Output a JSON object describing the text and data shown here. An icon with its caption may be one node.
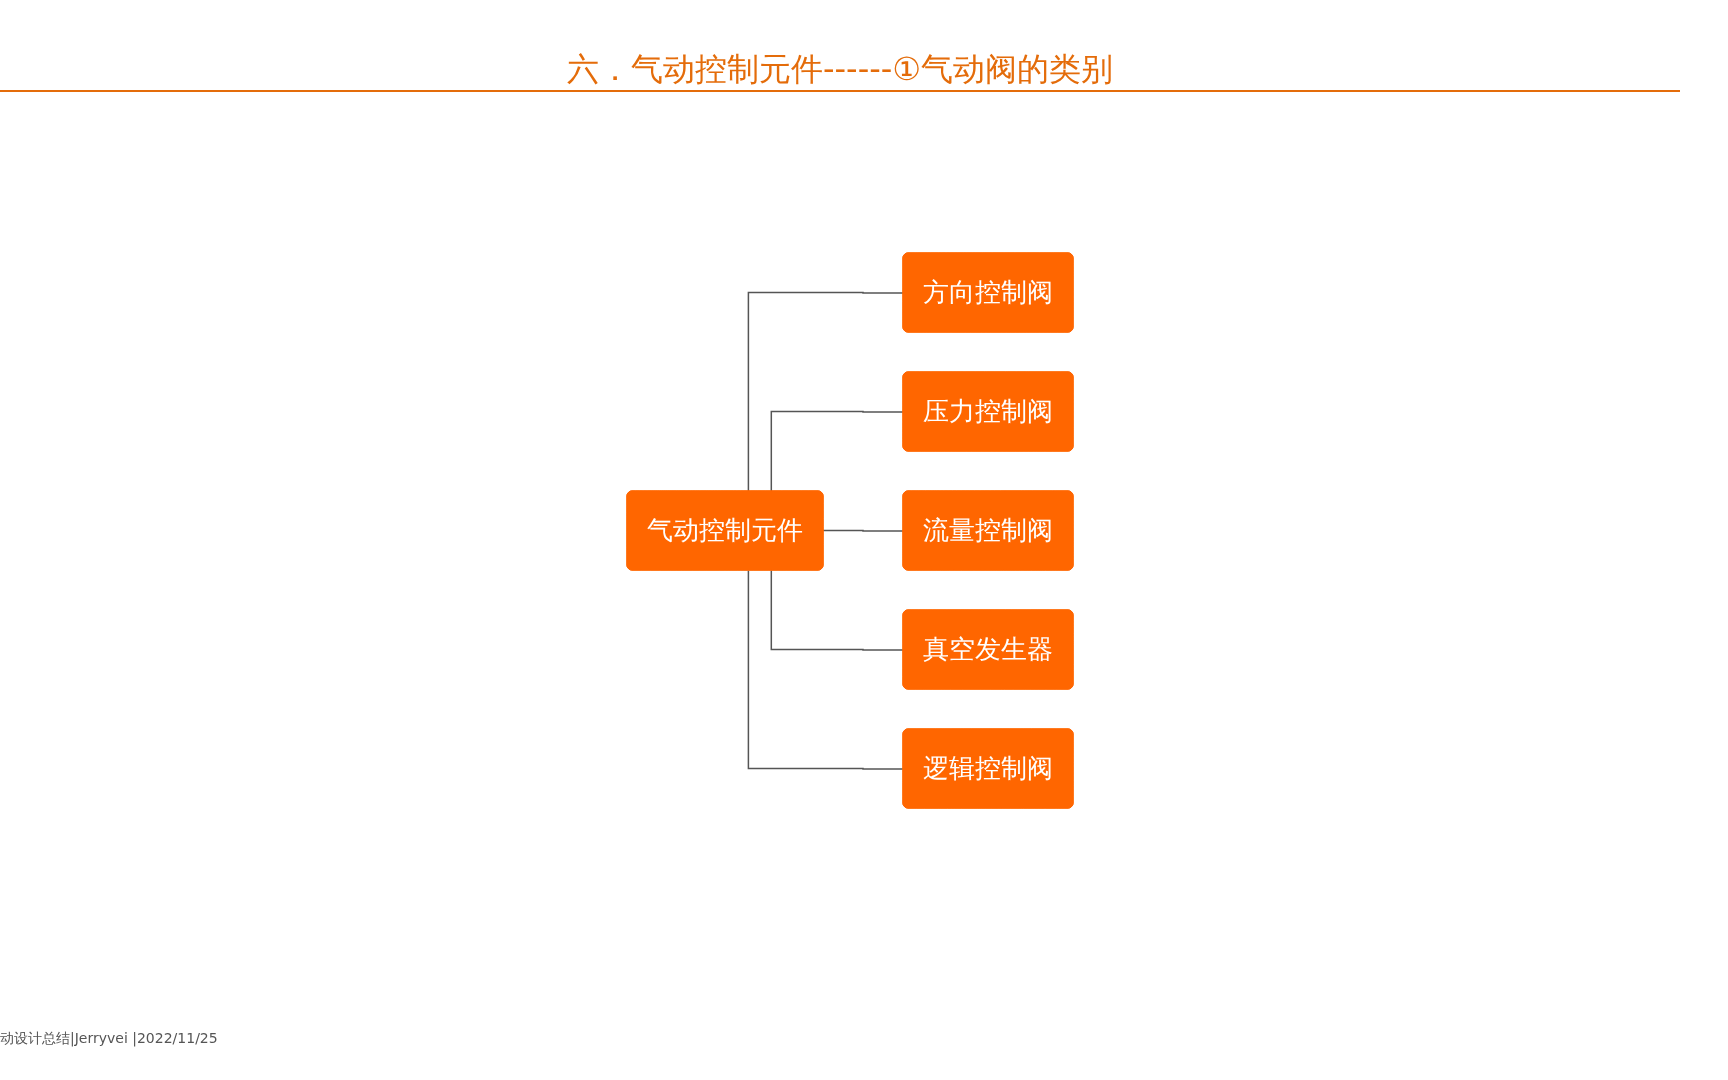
{
  "diagram": {
    "title": "六．气动控制元件------①气动阀的类别",
    "nodes": [
      {
        "text": [
          "气动控制元件"
        ]
      },
      {
        "text": [
          "方向控制阀"
        ]
      },
      {
        "text": [
          "压力控制阀"
        ]
      },
      {
        "text": [
          "流量控制阀"
        ]
      },
      {
        "text": [
          "真空发生器"
        ]
      },
      {
        "text": [
          "逻辑控制阀"
        ]
      }
    ],
    "edges": [
      {
        "from": 0,
        "to": 1,
        "arrow": "none"
      },
      {
        "from": 0,
        "to": 2,
        "arrow": "none"
      },
      {
        "from": 0,
        "to": 3,
        "arrow": "none"
      },
      {
        "from": 0,
        "to": 4,
        "arrow": "none"
      },
      {
        "from": 0,
        "to": 5,
        "arrow": "none"
      }
    ],
    "labels": [
      "动设计总结|Jerryvei |2022/11/25"
    ]
  }
}
